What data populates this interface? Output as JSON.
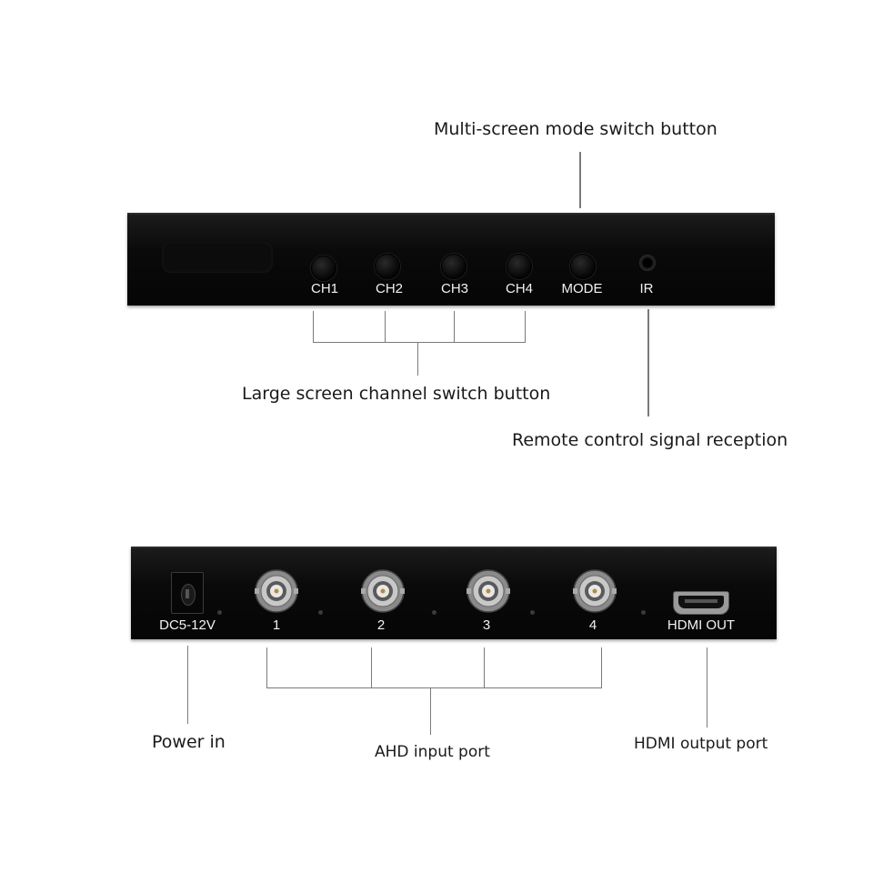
{
  "callouts": {
    "mode_switch": "Multi-screen mode switch button",
    "channel_switch": "Large screen channel switch button",
    "remote_reception": "Remote control signal reception",
    "power_in": "Power in",
    "ahd_input": "AHD input port",
    "hdmi_output": "HDMI output port"
  },
  "front_panel": {
    "buttons": [
      "CH1",
      "CH2",
      "CH3",
      "CH4",
      "MODE"
    ],
    "ir": "IR"
  },
  "rear_panel": {
    "power": "DC5-12V",
    "inputs": [
      "1",
      "2",
      "3",
      "4"
    ],
    "hdmi": "HDMI OUT"
  }
}
